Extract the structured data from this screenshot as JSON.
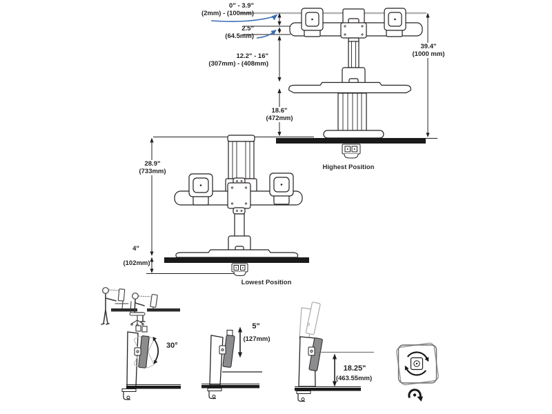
{
  "highest_position": {
    "caption": "Highest Position",
    "dimensions": {
      "monitor_height_adjust": {
        "inches": "0\" - 3.9\"",
        "metric": "(2mm) - (100mm)"
      },
      "vesa_to_crossbar": {
        "inches": "2.5\"",
        "metric": "(64.5mm)"
      },
      "crossbar_to_tray": {
        "inches": "12.2\" - 16\"",
        "metric": "(307mm) - (408mm)"
      },
      "overall_height": {
        "inches": "39.4\"",
        "metric": "(1000 mm)"
      },
      "tray_above_desk": {
        "inches": "18.6\"",
        "metric": "(472mm)"
      }
    }
  },
  "lowest_position": {
    "caption": "Lowest Position",
    "dimensions": {
      "overall_height": {
        "inches": "28.9\"",
        "metric": "(733mm)"
      },
      "clamp_capacity": {
        "inches": "4\"",
        "metric": "(102mm)"
      }
    }
  },
  "side_views": {
    "tilt_range": "30°",
    "monitor_lift": {
      "inches": "5\"",
      "metric": "(127mm)"
    },
    "tray_lift": {
      "inches": "18.25\"",
      "metric": "(463.55mm)"
    }
  },
  "colors": {
    "ink": "#231f20",
    "leader_blue": "#3a6eb5",
    "reference_gray": "#b0b2b4",
    "monitor_gray": "#8a8c8e",
    "ghost_gray": "#bdbfc1",
    "desk_black": "#1a1a1a"
  }
}
